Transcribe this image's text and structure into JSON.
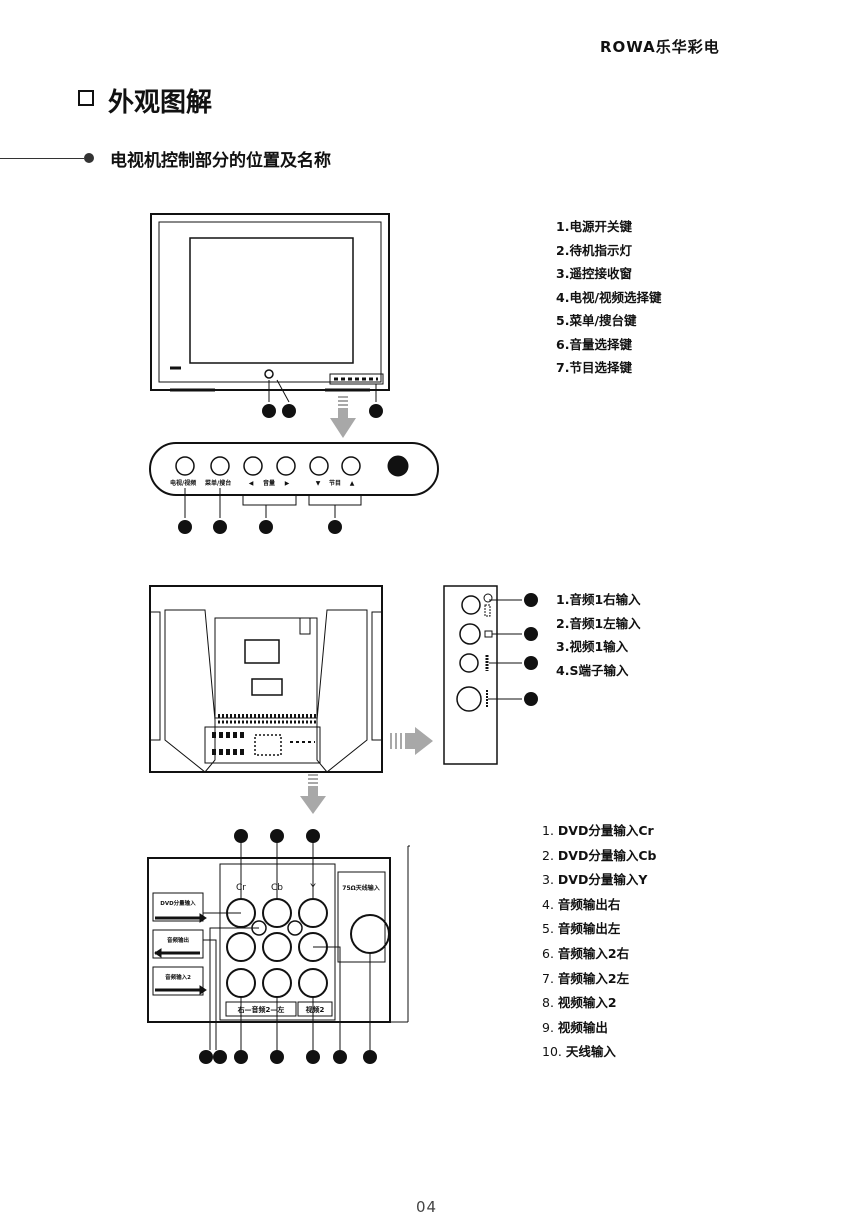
{
  "header": {
    "brand": "ROWA乐华彩电"
  },
  "page": {
    "title": "外观图解",
    "subtitle": "电视机控制部分的位置及名称",
    "page_number": "04"
  },
  "front_legend": [
    "1.电源开关键",
    "2.待机指示灯",
    "3.遥控接收窗",
    "4.电视/视频选择键",
    "5.菜单/搜台键",
    "6.音量选择键",
    "7.节目选择键"
  ],
  "front_panel_labels": {
    "tv_av": "电视/视频",
    "menu": "菜单/搜台",
    "volume": "音量",
    "program": "节目"
  },
  "side_legend": [
    "1.音频1右输入",
    "2.音频1左输入",
    "3.视频1输入",
    "4.S端子输入"
  ],
  "rear_legend": [
    {
      "num": "1.",
      "text": "DVD分量输入Cr"
    },
    {
      "num": "2.",
      "text": "DVD分量输入Cb"
    },
    {
      "num": "3.",
      "text": "DVD分量输入Y"
    },
    {
      "num": "4.",
      "text": "音频输出右"
    },
    {
      "num": "5.",
      "text": "音频输出左"
    },
    {
      "num": "6.",
      "text": "音频输入2右"
    },
    {
      "num": "7.",
      "text": "音频输入2左"
    },
    {
      "num": "8.",
      "text": "视频输入2"
    },
    {
      "num": "9.",
      "text": "视频输出"
    },
    {
      "num": "10.",
      "text": "天线输入"
    }
  ],
  "rear_panel_labels": {
    "cr": "Cr",
    "cb": "Cb",
    "y": "Y",
    "dvd_in": "DVD分量输入",
    "audio_out": "音频输出",
    "audio_in2": "音频输入2",
    "antenna": "75Ω天线输入",
    "av2_lr": "右—音频2—左",
    "video2": "视频2"
  },
  "colors": {
    "ink": "#111111",
    "gray_arrow": "#a8a8a8",
    "light_gray": "#cfcfcf"
  }
}
